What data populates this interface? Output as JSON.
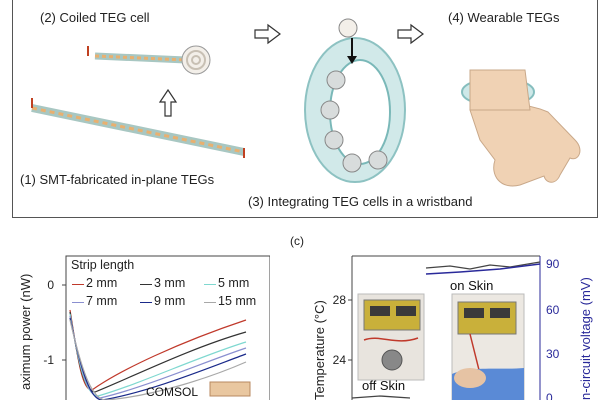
{
  "top_panel": {
    "label_coiled": "(2) Coiled TEG cell",
    "label_wearable": "(4) Wearable TEGs",
    "label_smt": "(1) SMT-fabricated in-plane TEGs",
    "label_integrating": "(3) Integrating TEG cells in a wristband"
  },
  "panel_c_label": "(c)",
  "chart_data": [
    {
      "type": "line",
      "ylabel": "aximum power (nW)",
      "yticks": [
        "0",
        "-1"
      ],
      "legend_title": "Strip length",
      "annotation": "COMSOL",
      "series": [
        {
          "name": "2 mm",
          "color": "#c0392b"
        },
        {
          "name": "3 mm",
          "color": "#333333"
        },
        {
          "name": "5 mm",
          "color": "#7fd8d0"
        },
        {
          "name": "7 mm",
          "color": "#8a8fd0"
        },
        {
          "name": "9 mm",
          "color": "#1a2a8a"
        },
        {
          "name": "15 mm",
          "color": "#a8a8a8"
        }
      ]
    },
    {
      "type": "line",
      "ylabel_left": "Temperature (°C)",
      "ylabel_right": "n-circuit voltage (mV)",
      "yticks_left": [
        "28",
        "24"
      ],
      "yticks_right": [
        "90",
        "60",
        "30",
        "0"
      ],
      "annotations": [
        "on Skin",
        "off Skin"
      ],
      "series": [
        {
          "name": "Temperature",
          "color": "#444444"
        },
        {
          "name": "Voltage",
          "color": "#2a2a9a"
        }
      ]
    }
  ]
}
